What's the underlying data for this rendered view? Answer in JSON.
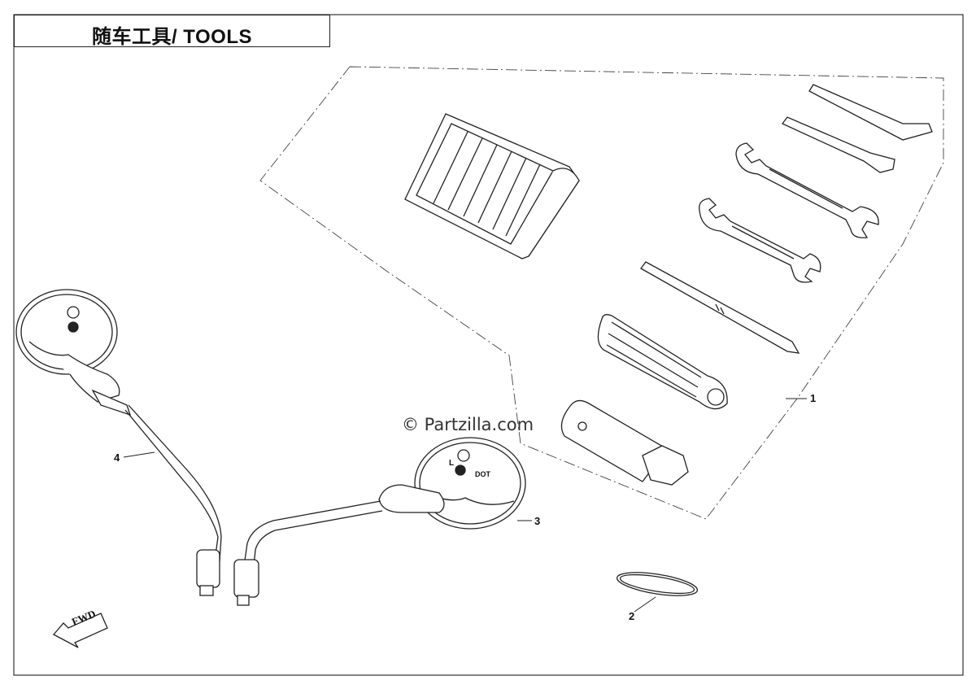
{
  "header": {
    "title": "随车工具/ TOOLS"
  },
  "watermark": {
    "text": "© Partzilla.com"
  },
  "callouts": [
    {
      "id": "1",
      "label": "1",
      "part": "tool-kit"
    },
    {
      "id": "2",
      "label": "2",
      "part": "rubber-band"
    },
    {
      "id": "3",
      "label": "3",
      "part": "mirror-right"
    },
    {
      "id": "4",
      "label": "4",
      "part": "mirror-left"
    }
  ],
  "direction": {
    "label": "FWD"
  },
  "mirror_labels": [
    "L",
    "DOT"
  ],
  "colors": {
    "line": "#222222",
    "background": "#ffffff",
    "frame": "#333333"
  }
}
